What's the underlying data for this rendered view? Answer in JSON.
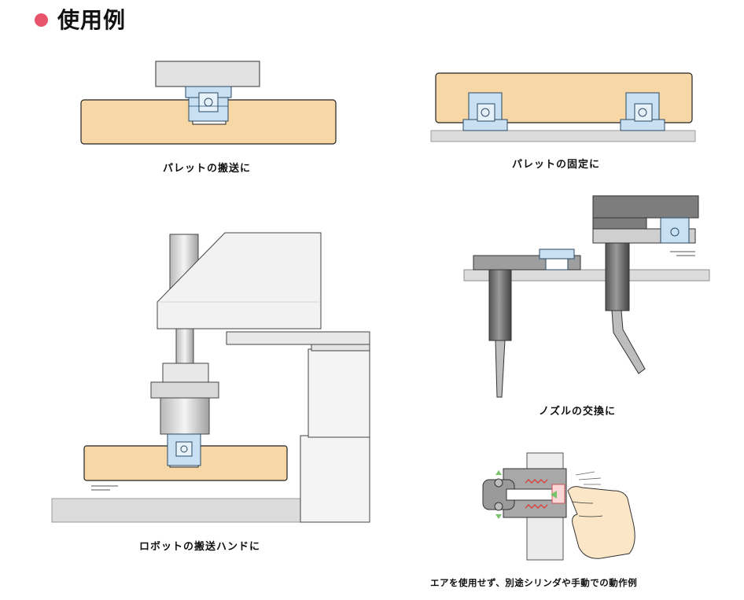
{
  "title": "使用例",
  "captions": {
    "pallet_transport": "パレットの搬送に",
    "pallet_fixing": "パレットの固定に",
    "robot_hand": "ロボットの搬送ハンドに",
    "nozzle_exchange": "ノズルの交換に",
    "manual_operation": "エアを使用せず、別途シリンダや手動での動作例"
  },
  "colors": {
    "accent_dot": "#e8546b",
    "pallet": "#f7d7a6",
    "clamp": "#c8e0f2",
    "steel": "#d4d4d4",
    "dark_steel": "#6f6f6f",
    "hand": "#fbe6c8"
  }
}
